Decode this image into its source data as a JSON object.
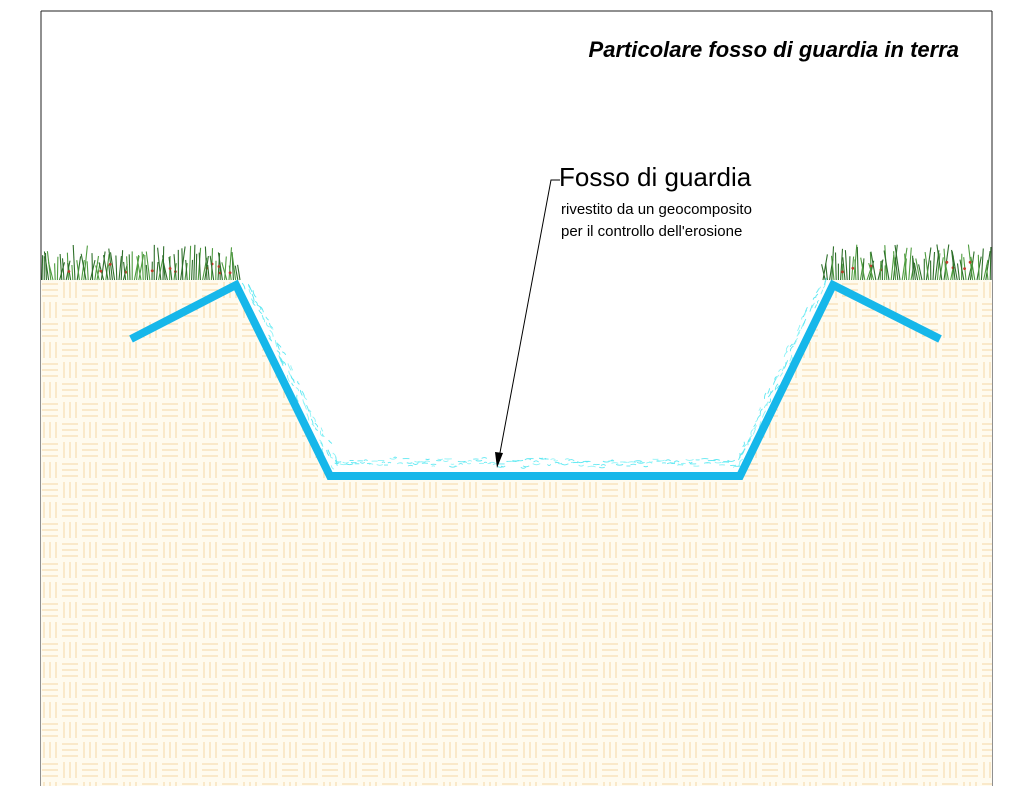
{
  "drawing": {
    "title": "Particolare fosso di guardia in terra"
  },
  "callout": {
    "heading": "Fosso di guardia",
    "line1": "rivestito da un geocomposito",
    "line2": "per il controllo dell'erosione"
  },
  "colors": {
    "soil_fill": "#fffbef",
    "soil_pattern": "#f5d7a6",
    "geocomposite": "#16b7ea",
    "geocomposite_fibers": "#5fe8f2",
    "grass_dark": "#2e6f2a",
    "grass_light": "#4e9c3f",
    "grass_flower": "#c23a2a"
  }
}
